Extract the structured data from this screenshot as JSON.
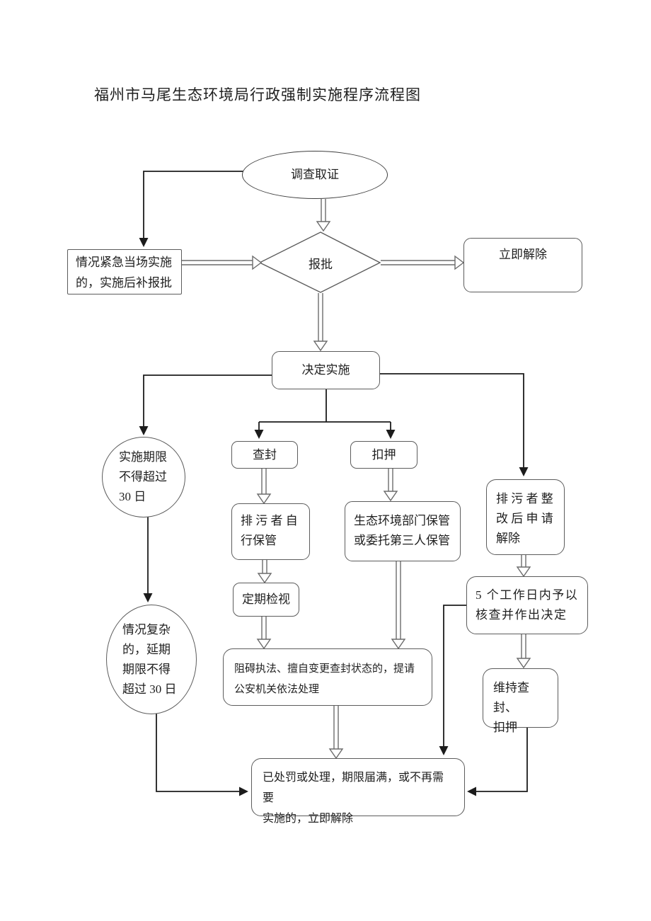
{
  "page": {
    "title": "福州市马尾生态环境局行政强制实施程序流程图"
  },
  "colors": {
    "background": "#ffffff",
    "solid_arrow": "#1c1c1c",
    "hollow_arrow": "#6b6b6b",
    "node_border": "#5c5c5c",
    "text": "#1f1f1f"
  },
  "nodes": {
    "investigate": "调查取证",
    "approval": "报批",
    "urgent": "情况紧急当场实施\n的，实施后补报批",
    "release_now": "立即解除",
    "decide": "决定实施",
    "limit_30": "实施期限\n不得超过\n30 日",
    "seal": "查封",
    "detain": "扣押",
    "self_keep": "排 污 者 自\n行保管",
    "dept_keep": "生态环境部门保管\n或委托第三人保管",
    "inspect": "定期检视",
    "complex_delay": "情况复杂\n的，延期\n期限不得\n超过 30 日",
    "obstruct": "阻碍执法、擅自变更查封状态的，提请\n公安机关依法处理",
    "rectify": "排 污 者 整\n改 后 申 请\n解除",
    "verify_5": "5 个工作日内予以\n核查并作出决定",
    "maintain": "维持查封、\n扣押",
    "final_release": "已处罚或处理，期限届满，或不再需要\n实施的，立即解除"
  },
  "edges": [
    {
      "from": "investigate",
      "to": "approval",
      "style": "hollow"
    },
    {
      "from": "investigate",
      "to": "urgent",
      "style": "solid"
    },
    {
      "from": "urgent",
      "to": "approval",
      "style": "hollow"
    },
    {
      "from": "approval",
      "to": "release_now",
      "style": "hollow"
    },
    {
      "from": "approval",
      "to": "decide",
      "style": "hollow"
    },
    {
      "from": "decide",
      "to": "limit_30",
      "style": "solid"
    },
    {
      "from": "decide",
      "to": "seal",
      "style": "solid"
    },
    {
      "from": "decide",
      "to": "detain",
      "style": "solid"
    },
    {
      "from": "decide",
      "to": "rectify",
      "style": "solid"
    },
    {
      "from": "limit_30",
      "to": "complex_delay",
      "style": "solid"
    },
    {
      "from": "complex_delay",
      "to": "final_release",
      "style": "solid"
    },
    {
      "from": "seal",
      "to": "self_keep",
      "style": "hollow"
    },
    {
      "from": "self_keep",
      "to": "inspect",
      "style": "hollow"
    },
    {
      "from": "inspect",
      "to": "obstruct",
      "style": "hollow"
    },
    {
      "from": "detain",
      "to": "dept_keep",
      "style": "hollow"
    },
    {
      "from": "dept_keep",
      "to": "obstruct",
      "style": "hollow"
    },
    {
      "from": "obstruct",
      "to": "final_release",
      "style": "hollow"
    },
    {
      "from": "rectify",
      "to": "verify_5",
      "style": "hollow"
    },
    {
      "from": "verify_5",
      "to": "maintain",
      "style": "hollow"
    },
    {
      "from": "verify_5",
      "to": "final_release",
      "style": "solid"
    },
    {
      "from": "maintain",
      "to": "final_release",
      "style": "solid"
    }
  ]
}
